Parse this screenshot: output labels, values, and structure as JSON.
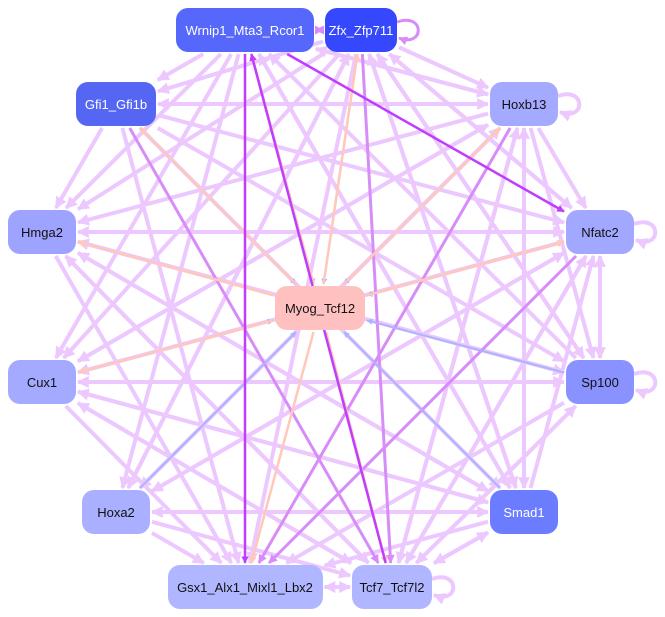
{
  "nodes": [
    {
      "id": "wrnip1",
      "label": "Wrnip1_Mta3_Rcor1",
      "color": "#5668fb",
      "white": true
    },
    {
      "id": "zfx",
      "label": "Zfx_Zfp711",
      "color": "#3648fd",
      "white": true
    },
    {
      "id": "gfi1",
      "label": "Gfi1_Gfi1b",
      "color": "#5567f2",
      "white": true
    },
    {
      "id": "hoxb13",
      "label": "Hoxb13",
      "color": "#a4aaff",
      "white": false
    },
    {
      "id": "hmga2",
      "label": "Hmga2",
      "color": "#9ea3ff",
      "white": false
    },
    {
      "id": "nfatc2",
      "label": "Nfatc2",
      "color": "#a2a8ff",
      "white": false
    },
    {
      "id": "myog",
      "label": "Myog_Tcf12",
      "color": "#ffc0c0",
      "white": false
    },
    {
      "id": "cux1",
      "label": "Cux1",
      "color": "#a4aaff",
      "white": false
    },
    {
      "id": "sp100",
      "label": "Sp100",
      "color": "#8a92ff",
      "white": false
    },
    {
      "id": "hoxa2",
      "label": "Hoxa2",
      "color": "#aab0ff",
      "white": false
    },
    {
      "id": "smad1",
      "label": "Smad1",
      "color": "#6c7cff",
      "white": true
    },
    {
      "id": "gsx1",
      "label": "Gsx1_Alx1_Mixl1_Lbx2",
      "color": "#b0b6ff",
      "white": false
    },
    {
      "id": "tcf7",
      "label": "Tcf7_Tcf7l2",
      "color": "#b0b6ff",
      "white": false
    }
  ],
  "edge_colors": {
    "light": "#ecc8ff",
    "mid": "#d88cf8",
    "strong": "#c03cff",
    "blue": "#aab4ff",
    "peach": "#ffc8b8"
  },
  "edges": [
    [
      "wrnip1",
      "nfatc2",
      "strong"
    ],
    [
      "wrnip1",
      "gsx1",
      "strong"
    ],
    [
      "tcf7",
      "wrnip1",
      "strong"
    ],
    [
      "wrnip1",
      "zfx",
      "mid"
    ],
    [
      "zfx",
      "wrnip1",
      "mid"
    ],
    [
      "zfx",
      "tcf7",
      "mid"
    ],
    [
      "hoxb13",
      "gsx1",
      "mid"
    ],
    [
      "nfatc2",
      "gsx1",
      "mid"
    ],
    [
      "gfi1",
      "tcf7",
      "mid"
    ],
    [
      "wrnip1",
      "myog",
      "blue"
    ],
    [
      "zfx",
      "myog",
      "blue"
    ],
    [
      "gfi1",
      "myog",
      "blue"
    ],
    [
      "hoxb13",
      "myog",
      "blue"
    ],
    [
      "nfatc2",
      "myog",
      "blue"
    ],
    [
      "sp100",
      "myog",
      "blue"
    ],
    [
      "smad1",
      "myog",
      "blue"
    ],
    [
      "hoxa2",
      "myog",
      "blue"
    ],
    [
      "cux1",
      "myog",
      "blue"
    ],
    [
      "myog",
      "hmga2",
      "peach"
    ],
    [
      "myog",
      "cux1",
      "peach"
    ],
    [
      "myog",
      "gfi1",
      "peach"
    ],
    [
      "myog",
      "wrnip1",
      "peach"
    ],
    [
      "myog",
      "zfx",
      "peach"
    ],
    [
      "myog",
      "hoxb13",
      "peach"
    ],
    [
      "myog",
      "nfatc2",
      "peach"
    ],
    [
      "myog",
      "gsx1",
      "peach"
    ],
    [
      "myog",
      "tcf7",
      "peach"
    ],
    [
      "zfx",
      "gfi1",
      "light"
    ],
    [
      "zfx",
      "hmga2",
      "light"
    ],
    [
      "zfx",
      "cux1",
      "light"
    ],
    [
      "zfx",
      "hoxa2",
      "light"
    ],
    [
      "zfx",
      "smad1",
      "light"
    ],
    [
      "zfx",
      "sp100",
      "light"
    ],
    [
      "zfx",
      "nfatc2",
      "light"
    ],
    [
      "zfx",
      "hoxb13",
      "light"
    ],
    [
      "zfx",
      "gsx1",
      "light"
    ],
    [
      "hoxb13",
      "gfi1",
      "light"
    ],
    [
      "hoxb13",
      "hmga2",
      "light"
    ],
    [
      "hoxb13",
      "cux1",
      "light"
    ],
    [
      "hoxb13",
      "hoxa2",
      "light"
    ],
    [
      "hoxb13",
      "smad1",
      "light"
    ],
    [
      "hoxb13",
      "tcf7",
      "light"
    ],
    [
      "hoxb13",
      "sp100",
      "light"
    ],
    [
      "hoxb13",
      "wrnip1",
      "light"
    ],
    [
      "hoxb13",
      "nfatc2",
      "light"
    ],
    [
      "gfi1",
      "hmga2",
      "light"
    ],
    [
      "gfi1",
      "hoxb13",
      "light"
    ],
    [
      "gfi1",
      "sp100",
      "light"
    ],
    [
      "gfi1",
      "smad1",
      "light"
    ],
    [
      "gfi1",
      "gsx1",
      "light"
    ],
    [
      "gfi1",
      "nfatc2",
      "light"
    ],
    [
      "hmga2",
      "sp100",
      "light"
    ],
    [
      "hmga2",
      "smad1",
      "light"
    ],
    [
      "hmga2",
      "tcf7",
      "light"
    ],
    [
      "hmga2",
      "gsx1",
      "light"
    ],
    [
      "hmga2",
      "nfatc2",
      "light"
    ],
    [
      "nfatc2",
      "hmga2",
      "light"
    ],
    [
      "nfatc2",
      "cux1",
      "light"
    ],
    [
      "nfatc2",
      "hoxa2",
      "light"
    ],
    [
      "nfatc2",
      "tcf7",
      "light"
    ],
    [
      "nfatc2",
      "zfx",
      "light"
    ],
    [
      "nfatc2",
      "sp100",
      "light"
    ],
    [
      "cux1",
      "sp100",
      "light"
    ],
    [
      "cux1",
      "smad1",
      "light"
    ],
    [
      "cux1",
      "gsx1",
      "light"
    ],
    [
      "cux1",
      "tcf7",
      "light"
    ],
    [
      "cux1",
      "hoxb13",
      "light"
    ],
    [
      "sp100",
      "cux1",
      "light"
    ],
    [
      "sp100",
      "hmga2",
      "light"
    ],
    [
      "sp100",
      "nfatc2",
      "light"
    ],
    [
      "sp100",
      "gsx1",
      "light"
    ],
    [
      "sp100",
      "tcf7",
      "light"
    ],
    [
      "sp100",
      "zfx",
      "light"
    ],
    [
      "sp100",
      "wrnip1",
      "light"
    ],
    [
      "hoxa2",
      "smad1",
      "light"
    ],
    [
      "hoxa2",
      "gsx1",
      "light"
    ],
    [
      "hoxa2",
      "tcf7",
      "light"
    ],
    [
      "hoxa2",
      "hoxb13",
      "light"
    ],
    [
      "hoxa2",
      "nfatc2",
      "light"
    ],
    [
      "hoxa2",
      "zfx",
      "light"
    ],
    [
      "smad1",
      "hoxa2",
      "light"
    ],
    [
      "smad1",
      "cux1",
      "light"
    ],
    [
      "smad1",
      "hmga2",
      "light"
    ],
    [
      "smad1",
      "gsx1",
      "light"
    ],
    [
      "smad1",
      "tcf7",
      "light"
    ],
    [
      "smad1",
      "nfatc2",
      "light"
    ],
    [
      "smad1",
      "hoxb13",
      "light"
    ],
    [
      "smad1",
      "zfx",
      "light"
    ],
    [
      "smad1",
      "wrnip1",
      "light"
    ],
    [
      "gsx1",
      "tcf7",
      "light"
    ],
    [
      "tcf7",
      "gsx1",
      "light"
    ],
    [
      "tcf7",
      "nfatc2",
      "light"
    ],
    [
      "tcf7",
      "hoxb13",
      "light"
    ],
    [
      "tcf7",
      "sp100",
      "light"
    ],
    [
      "tcf7",
      "smad1",
      "light"
    ],
    [
      "tcf7",
      "hmga2",
      "light"
    ],
    [
      "tcf7",
      "cux1",
      "light"
    ],
    [
      "wrnip1",
      "hmga2",
      "light"
    ],
    [
      "wrnip1",
      "cux1",
      "light"
    ],
    [
      "wrnip1",
      "hoxa2",
      "light"
    ],
    [
      "wrnip1",
      "smad1",
      "light"
    ],
    [
      "wrnip1",
      "hoxb13",
      "light"
    ],
    [
      "wrnip1",
      "gfi1",
      "light"
    ],
    [
      "zfx",
      "zfx",
      "mid"
    ],
    [
      "hoxb13",
      "hoxb13",
      "light"
    ],
    [
      "nfatc2",
      "nfatc2",
      "light"
    ],
    [
      "sp100",
      "sp100",
      "light"
    ],
    [
      "tcf7",
      "tcf7",
      "light"
    ]
  ]
}
